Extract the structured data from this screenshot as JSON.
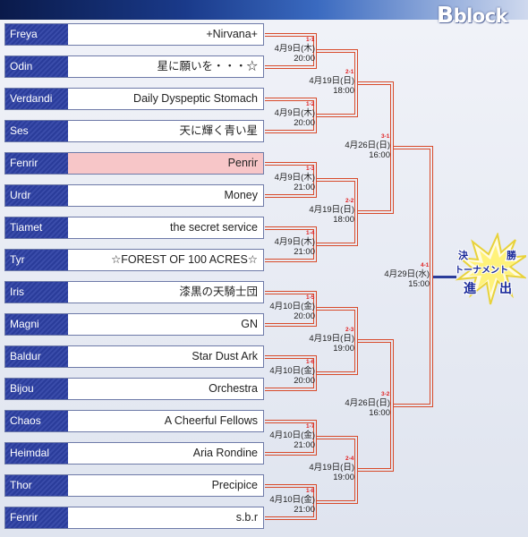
{
  "header": {
    "block_title": "Bblock",
    "block_letter": "B",
    "block_rest": "block"
  },
  "teams": [
    {
      "team": "Freya",
      "band": "+Nirvana+"
    },
    {
      "team": "Odin",
      "band": "星に願いを・・・☆"
    },
    {
      "team": "Verdandi",
      "band": "Daily Dyspeptic Stomach"
    },
    {
      "team": "Ses",
      "band": "天に輝く青い星"
    },
    {
      "team": "Fenrir",
      "band": "Penrir"
    },
    {
      "team": "Urdr",
      "band": "Money"
    },
    {
      "team": "Tiamet",
      "band": "the secret service"
    },
    {
      "team": "Tyr",
      "band": "☆FOREST OF 100 ACRES☆"
    },
    {
      "team": "Iris",
      "band": "漆黒の天騎士団"
    },
    {
      "team": "Magni",
      "band": "GN"
    },
    {
      "team": "Baldur",
      "band": "Star Dust Ark"
    },
    {
      "team": "Bijou",
      "band": "Orchestra"
    },
    {
      "team": "Chaos",
      "band": "A Cheerful Fellows"
    },
    {
      "team": "Heimdal",
      "band": "Aria Rondine"
    },
    {
      "team": "Thor",
      "band": "Precipice"
    },
    {
      "team": "Fenrir",
      "band": "s.b.r"
    }
  ],
  "round1": [
    {
      "id": "1-1",
      "date": "4月9日(木)",
      "time": "20:00"
    },
    {
      "id": "1-2",
      "date": "4月9日(木)",
      "time": "20:00"
    },
    {
      "id": "1-3",
      "date": "4月9日(木)",
      "time": "21:00"
    },
    {
      "id": "1-4",
      "date": "4月9日(木)",
      "time": "21:00"
    },
    {
      "id": "1-5",
      "date": "4月10日(金)",
      "time": "20:00"
    },
    {
      "id": "1-6",
      "date": "4月10日(金)",
      "time": "20:00"
    },
    {
      "id": "1-7",
      "date": "4月10日(金)",
      "time": "21:00"
    },
    {
      "id": "1-8",
      "date": "4月10日(金)",
      "time": "21:00"
    }
  ],
  "round2": [
    {
      "id": "2-1",
      "date": "4月19日(日)",
      "time": "18:00"
    },
    {
      "id": "2-2",
      "date": "4月19日(日)",
      "time": "18:00"
    },
    {
      "id": "2-3",
      "date": "4月19日(日)",
      "time": "19:00"
    },
    {
      "id": "2-4",
      "date": "4月19日(日)",
      "time": "19:00"
    }
  ],
  "round3": [
    {
      "id": "3-1",
      "date": "4月26日(日)",
      "time": "16:00"
    },
    {
      "id": "3-2",
      "date": "4月26日(日)",
      "time": "16:00"
    }
  ],
  "round4": {
    "id": "4-1",
    "date": "4月29日(水)",
    "time": "15:00"
  },
  "final_badge": {
    "line1_a": "決",
    "line1_b": "勝",
    "line2": "トーナメント",
    "line3_a": "進",
    "line3_b": "出"
  },
  "colors": {
    "navy": "#2a3c9a",
    "accent": "#d84a2a",
    "highlight": "#f7c6c8"
  }
}
